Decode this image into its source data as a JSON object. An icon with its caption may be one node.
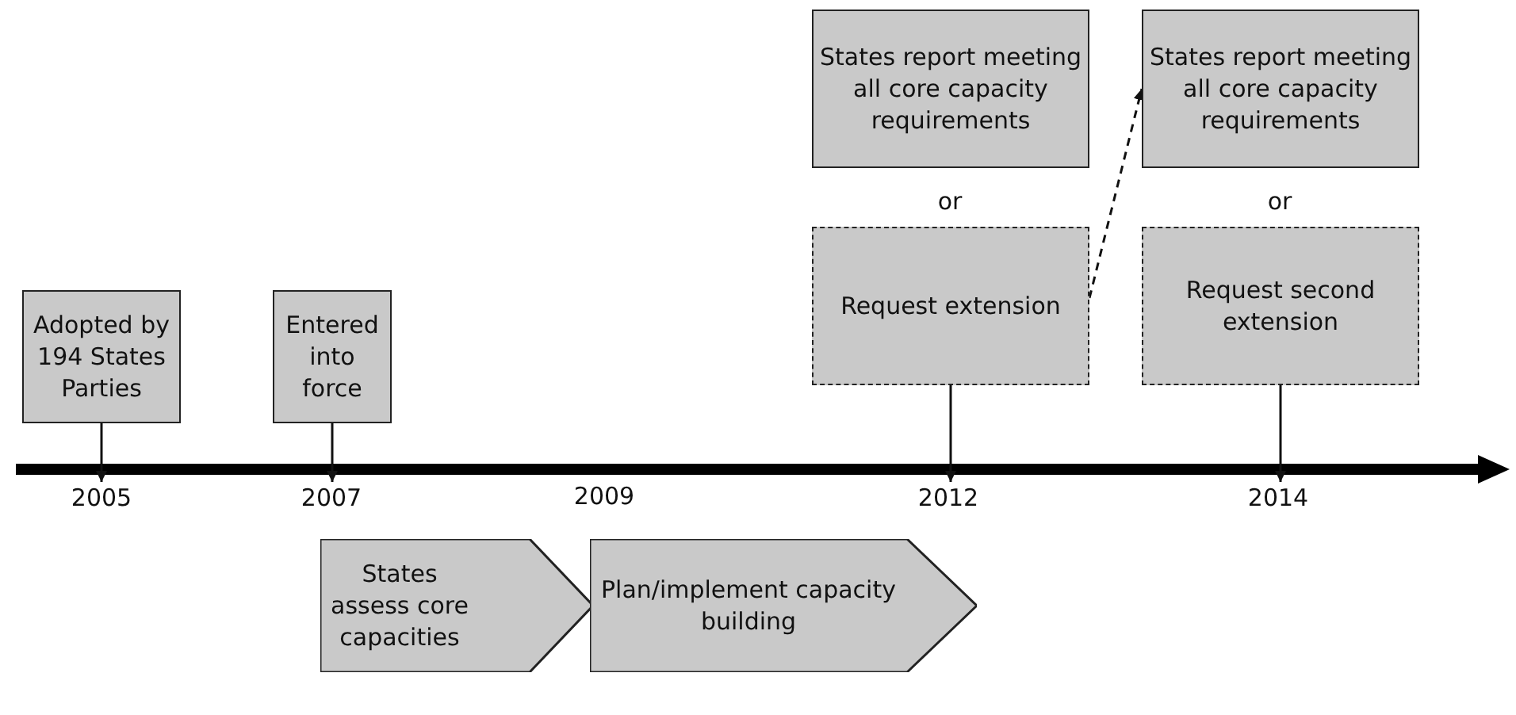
{
  "diagram": {
    "nodes": [
      {
        "text": [
          "Adopted by 194 States Parties"
        ]
      },
      {
        "text": [
          "Entered into force"
        ]
      },
      {
        "text": [
          "States report meeting all core capacity requirements"
        ]
      },
      {
        "text": [
          "Request extension"
        ]
      },
      {
        "text": [
          "States report meeting all core capacity requirements"
        ]
      },
      {
        "text": [
          "Request second extension"
        ]
      },
      {
        "text": [
          "2005"
        ]
      },
      {
        "text": [
          "2007"
        ]
      },
      {
        "text": [
          "2012"
        ]
      },
      {
        "text": [
          "2014"
        ]
      },
      {
        "text": [
          "States assess core capacities"
        ]
      },
      {
        "text": [
          "Plan/implement capacity building"
        ]
      }
    ],
    "edges": [
      {
        "from": 0,
        "to": 6,
        "arrow": "to"
      },
      {
        "from": 1,
        "to": 7,
        "arrow": "to"
      },
      {
        "from": 3,
        "to": 4,
        "arrow": "to",
        "style": "dashed"
      },
      {
        "from": 3,
        "to": 8,
        "arrow": "to"
      },
      {
        "from": 5,
        "to": 9,
        "arrow": "to"
      }
    ],
    "labels": [
      "or",
      "or",
      "2009"
    ]
  }
}
